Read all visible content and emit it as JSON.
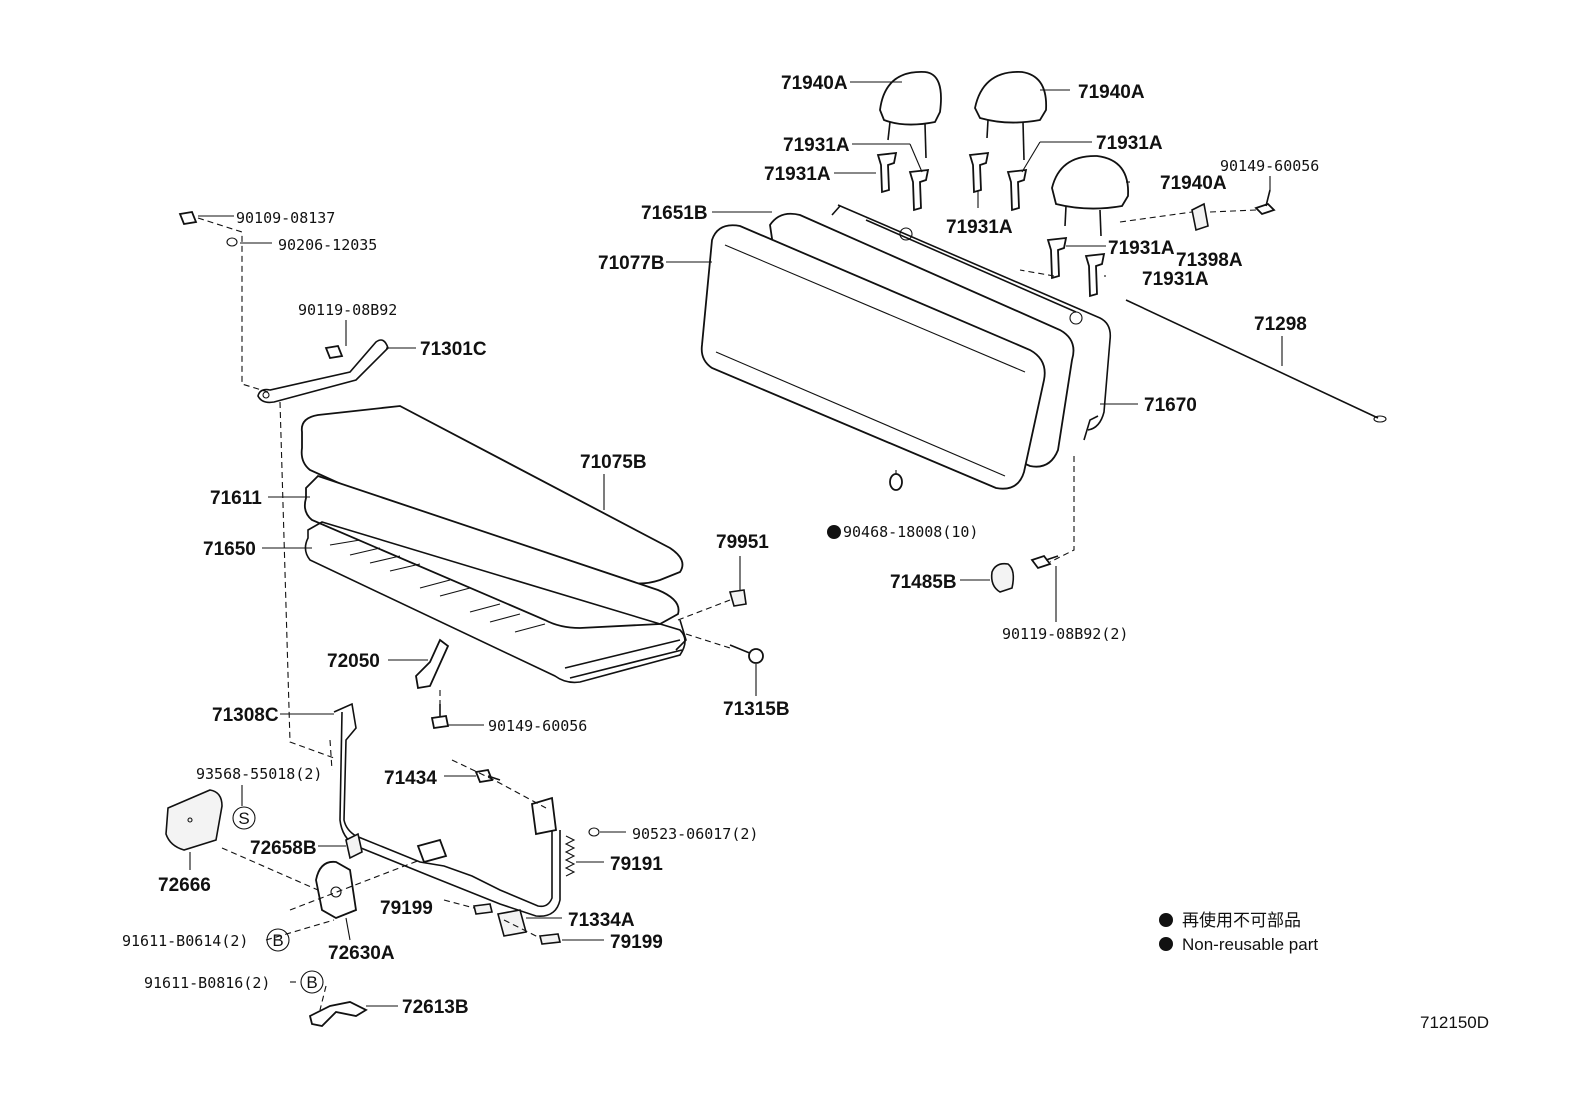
{
  "diagram_code": "712150D",
  "legend": [
    {
      "symbol": "filled-dot-icon",
      "text": "再使用不可部品"
    },
    {
      "symbol": "filled-dot-icon",
      "text": "Non-reusable part"
    }
  ],
  "callouts": {
    "p71940A_1": "71940A",
    "p71940A_2": "71940A",
    "p71940A_3": "71940A",
    "p71931A_1": "71931A",
    "p71931A_2": "71931A",
    "p71931A_3": "71931A",
    "p71931A_4": "71931A",
    "p71931A_5": "71931A",
    "p71931A_6": "71931A",
    "p90149_60056_top": "90149-60056",
    "p71398A": "71398A",
    "p71651B": "71651B",
    "p71077B": "71077B",
    "p71298": "71298",
    "p71670": "71670",
    "p90468": "90468-18008(10)",
    "p71485B": "71485B",
    "p90119_08B92_2": "90119-08B92(2)",
    "p90109_08137": "90109-08137",
    "p90206_12035": "90206-12035",
    "p90119_08B92": "90119-08B92",
    "p71301C": "71301C",
    "p71075B": "71075B",
    "p71611": "71611",
    "p71650": "71650",
    "p79951": "79951",
    "p72050": "72050",
    "p71315B": "71315B",
    "p90149_60056_low": "90149-60056",
    "p71308C": "71308C",
    "p93568": "93568-55018(2)",
    "p71434": "71434",
    "p90523": "90523-06017(2)",
    "p79191": "79191",
    "p72658B": "72658B",
    "p72666": "72666",
    "p79199_1": "79199",
    "p71334A": "71334A",
    "p79199_2": "79199",
    "p91611_B0614": "91611-B0614(2)",
    "p72630A": "72630A",
    "p91611_B0816": "91611-B0816(2)",
    "p72613B": "72613B"
  },
  "symbols": {
    "s": "S",
    "b1": "B",
    "b2": "B"
  }
}
